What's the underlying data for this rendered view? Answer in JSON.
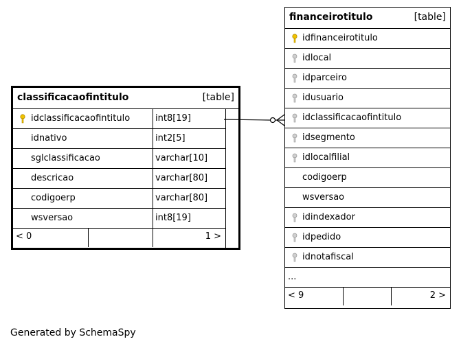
{
  "left_table": {
    "name": "classificacaofintitulo",
    "kind": "[table]",
    "rows": [
      {
        "column": "idclassificacaofintitulo",
        "type": "int8[19]",
        "key": "primary"
      },
      {
        "column": "idnativo",
        "type": "int2[5]",
        "key": "none"
      },
      {
        "column": "sglclassificacao",
        "type": "varchar[10]",
        "key": "none"
      },
      {
        "column": "descricao",
        "type": "varchar[80]",
        "key": "none"
      },
      {
        "column": "codigoerp",
        "type": "varchar[80]",
        "key": "none"
      },
      {
        "column": "wsversao",
        "type": "int8[19]",
        "key": "none"
      }
    ],
    "footer": {
      "left": "< 0",
      "middle": "",
      "right": "1 >"
    }
  },
  "right_table": {
    "name": "financeirotitulo",
    "kind": "[table]",
    "rows": [
      {
        "column": "idfinanceirotitulo",
        "key": "primary"
      },
      {
        "column": "idlocal",
        "key": "foreign"
      },
      {
        "column": "idparceiro",
        "key": "foreign"
      },
      {
        "column": "idusuario",
        "key": "foreign"
      },
      {
        "column": "idclassificacaofintitulo",
        "key": "foreign"
      },
      {
        "column": "idsegmento",
        "key": "foreign"
      },
      {
        "column": "idlocalfilial",
        "key": "foreign"
      },
      {
        "column": "codigoerp",
        "key": "none"
      },
      {
        "column": "wsversao",
        "key": "none"
      },
      {
        "column": "idindexador",
        "key": "foreign"
      },
      {
        "column": "idpedido",
        "key": "foreign"
      },
      {
        "column": "idnotafiscal",
        "key": "foreign"
      },
      {
        "column": "...",
        "key": "none"
      }
    ],
    "footer": {
      "left": "< 9",
      "middle": "",
      "right": "2 >"
    }
  },
  "generated_by": "Generated by SchemaSpy",
  "colors": {
    "primary_key": "#f2c300",
    "foreign_key": "#b9b9b9",
    "border": "#000000"
  }
}
